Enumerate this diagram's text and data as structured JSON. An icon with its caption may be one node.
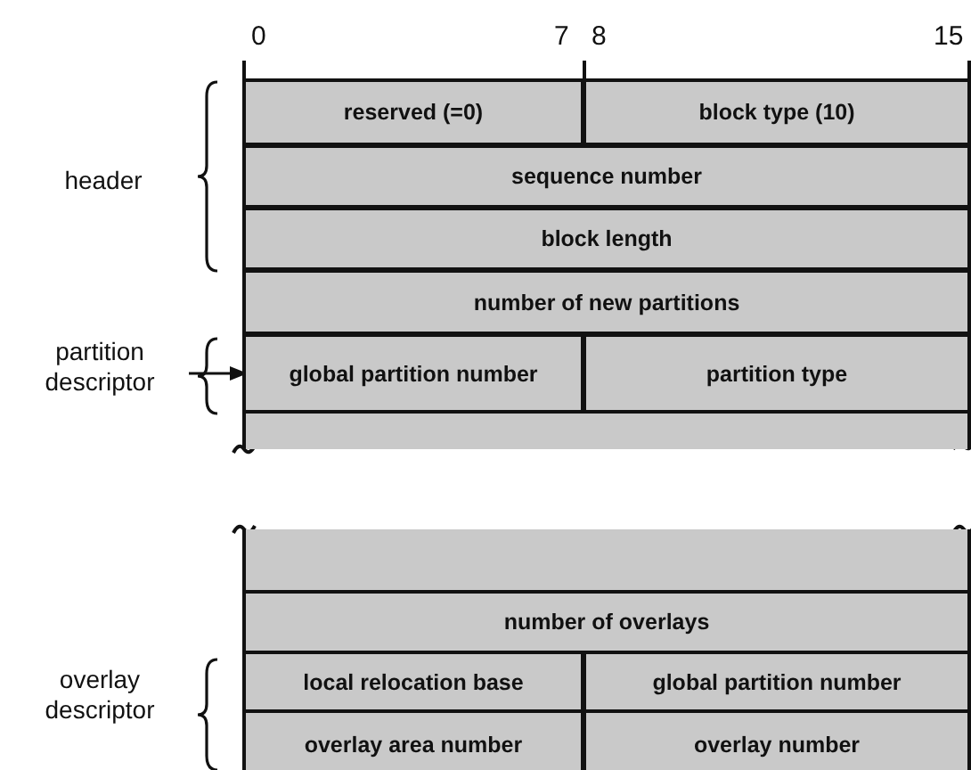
{
  "diagram": {
    "nodes": [
      {
        "text": [
          "reserved (=0)"
        ]
      },
      {
        "text": [
          "block type (10)"
        ]
      },
      {
        "text": [
          "sequence number"
        ]
      },
      {
        "text": [
          "block length"
        ]
      },
      {
        "text": [
          "number of new partitions"
        ]
      },
      {
        "text": [
          "partition descriptor"
        ]
      },
      {
        "text": [
          "global partition number"
        ]
      },
      {
        "text": [
          "partition type"
        ]
      },
      {
        "text": [],
        "shape": "box"
      },
      {
        "text": [],
        "shape": "box"
      },
      {
        "text": [
          "number of overlays"
        ]
      },
      {
        "text": [
          "local relocation base"
        ]
      },
      {
        "text": [
          "global partition number"
        ]
      },
      {
        "text": [
          "overlay area number"
        ]
      },
      {
        "text": [
          "overlay number"
        ]
      }
    ],
    "edges": [
      {
        "from": 5,
        "to": 6,
        "arrow": "to"
      }
    ],
    "labels": [
      "0",
      "7",
      "8",
      "15",
      "header",
      "overlay descriptor"
    ]
  }
}
